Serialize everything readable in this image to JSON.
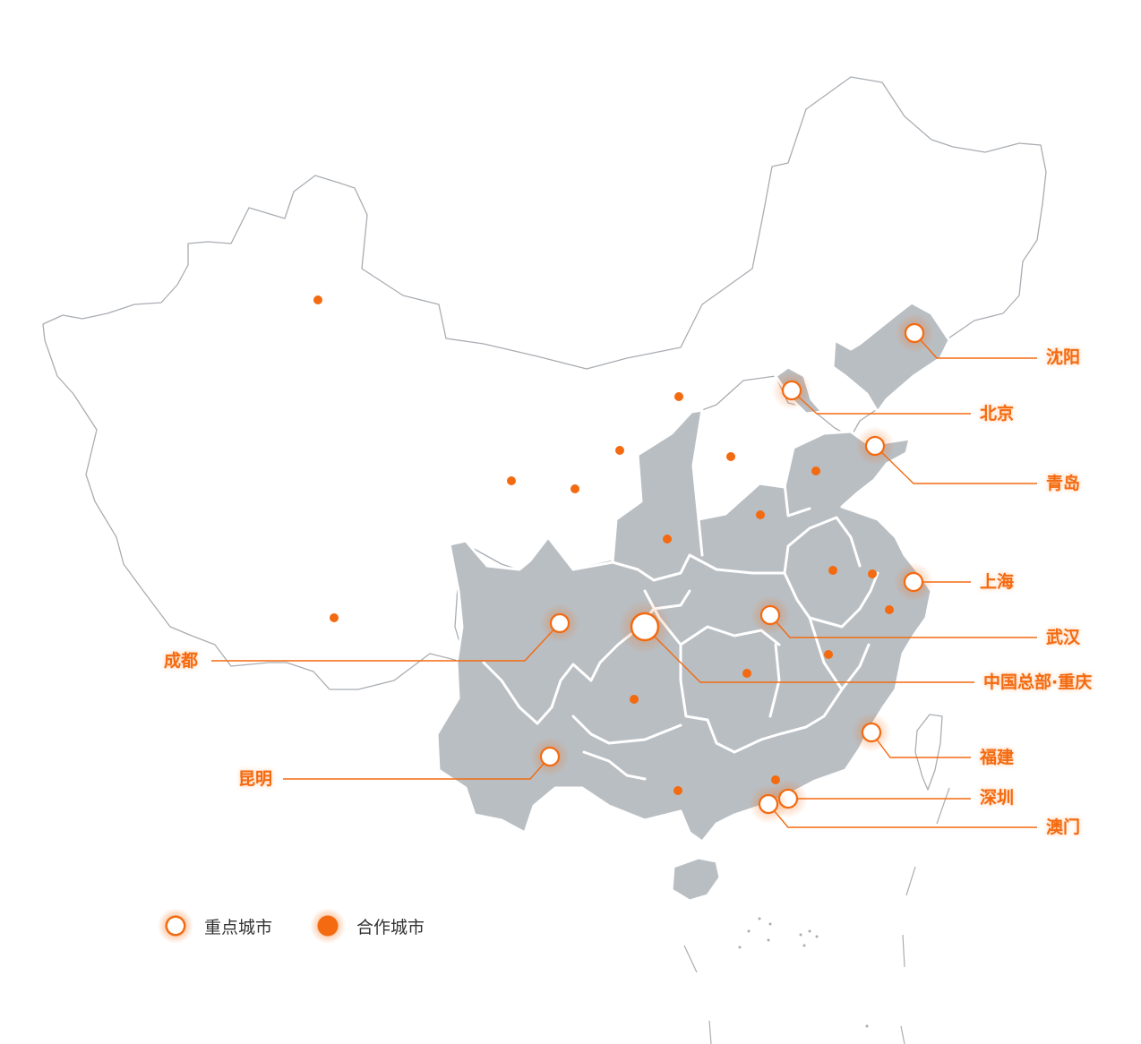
{
  "colors": {
    "accent": "#f36a10",
    "region": "#b9bec3",
    "outline": "#a9adb2"
  },
  "key_cities": [
    {
      "id": "shenyang",
      "name": "沈阳"
    },
    {
      "id": "beijing",
      "name": "北京"
    },
    {
      "id": "qingdao",
      "name": "青岛"
    },
    {
      "id": "shanghai",
      "name": "上海"
    },
    {
      "id": "wuhan",
      "name": "武汉"
    },
    {
      "id": "chongqing",
      "name": "中国总部·重庆"
    },
    {
      "id": "chengdu",
      "name": "成都"
    },
    {
      "id": "kunming",
      "name": "昆明"
    },
    {
      "id": "fujian",
      "name": "福建"
    },
    {
      "id": "shenzhen",
      "name": "深圳"
    },
    {
      "id": "macau",
      "name": "澳门"
    }
  ],
  "legend": {
    "key_city": "重点城市",
    "partner_city": "合作城市"
  },
  "icons": {
    "key_city": "ring-marker-icon",
    "partner_city": "dot-marker-icon"
  }
}
